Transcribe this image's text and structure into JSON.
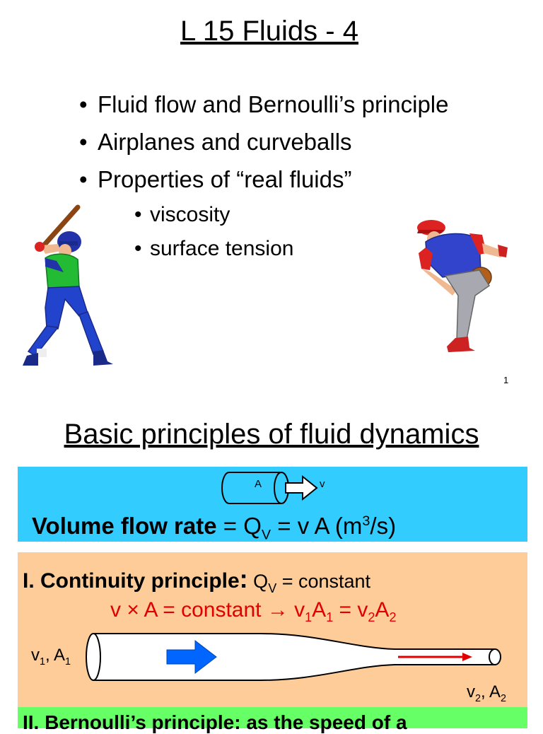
{
  "slide1": {
    "title": "L 15 Fluids - 4",
    "bullet_symbol": "•",
    "bullets": [
      "Fluid flow and Bernoulli’s principle",
      "Airplanes and curveballs",
      "Properties of “real fluids”"
    ],
    "sub_bullets": [
      "viscosity",
      "surface tension"
    ],
    "page_number": "1"
  },
  "slide2": {
    "title": "Basic principles of fluid dynamics",
    "cylinder_area_label": "A",
    "cylinder_velocity_label": "v",
    "flow_rate_term": "Volume flow rate",
    "flow_rate_equation_lead": " = Q",
    "flow_rate_subscript": "V",
    "flow_rate_equation_rest": " = v  A   (m",
    "flow_rate_exponent": "3",
    "flow_rate_units_end": "/s)",
    "continuity_heading": "I.  Continuity principle",
    "continuity_colon": ":",
    "continuity_q": " Q",
    "continuity_q_sub": "V",
    "continuity_rest": " = constant",
    "red_eq_part1": "v × A = constant → v",
    "red_eq_sub1": "1",
    "red_eq_part2": "A",
    "red_eq_sub2": "1",
    "red_eq_part3": " = v",
    "red_eq_sub3": "2",
    "red_eq_part4": "A",
    "red_eq_sub4": "2",
    "left_end_v": "v",
    "left_end_v_sub": "1",
    "left_end_a": ", A",
    "left_end_a_sub": "1",
    "right_end_v": "v",
    "right_end_v_sub": "2",
    "right_end_a": ", A",
    "right_end_a_sub": "2",
    "bernoulli_partial": "II. Bernoulli’s principle: as the speed of a",
    "colors": {
      "flow_box": "#33ccff",
      "continuity_box": "#fdcc99",
      "bernoulli_box": "#66ff66",
      "red_text": "#e00000",
      "flow_arrow": "#0066ff"
    }
  }
}
